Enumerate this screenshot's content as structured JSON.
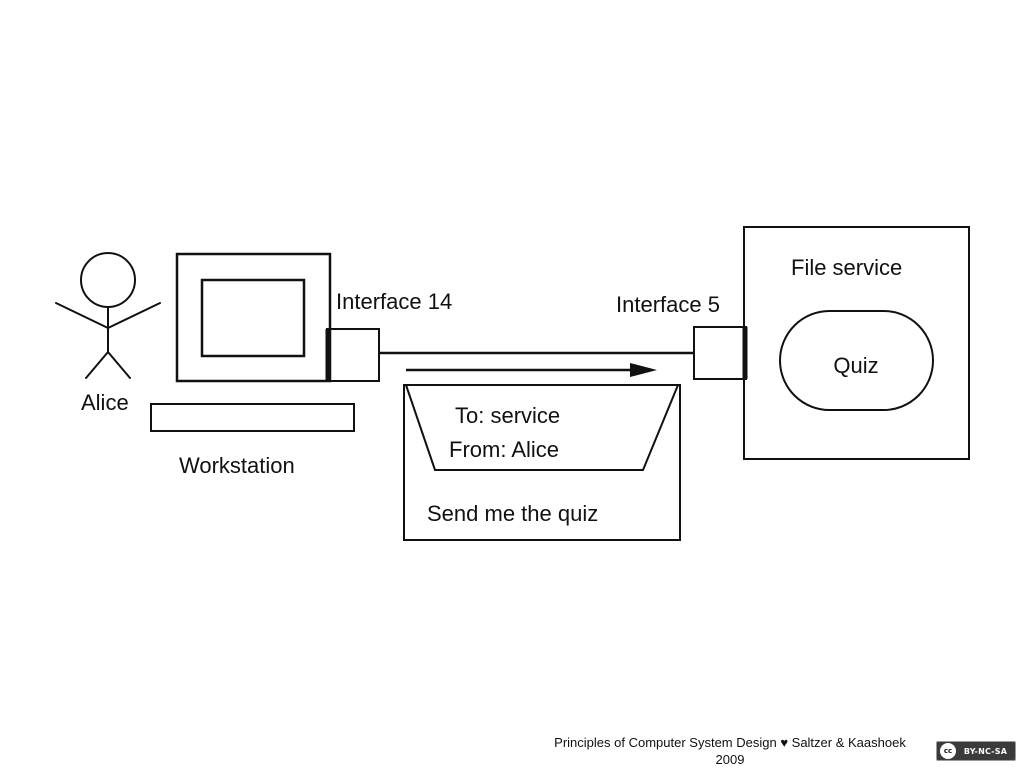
{
  "diagram": {
    "user_label": "Alice",
    "workstation_label": "Workstation",
    "client_interface_label": "Interface 14",
    "server_interface_label": "Interface 5",
    "file_service_label": "File service",
    "quiz_label": "Quiz",
    "message": {
      "to": "To: service",
      "from": "From: Alice",
      "body": "Send me the quiz"
    }
  },
  "footer": {
    "line1": "Principles of Computer System Design ♥ Saltzer & Kaashoek",
    "line2": "2009",
    "license_logo": "cc",
    "license": "BY-NC-SA"
  },
  "colors": {
    "stroke": "#111111",
    "background": "#ffffff",
    "badge": "#3b3b3b"
  }
}
